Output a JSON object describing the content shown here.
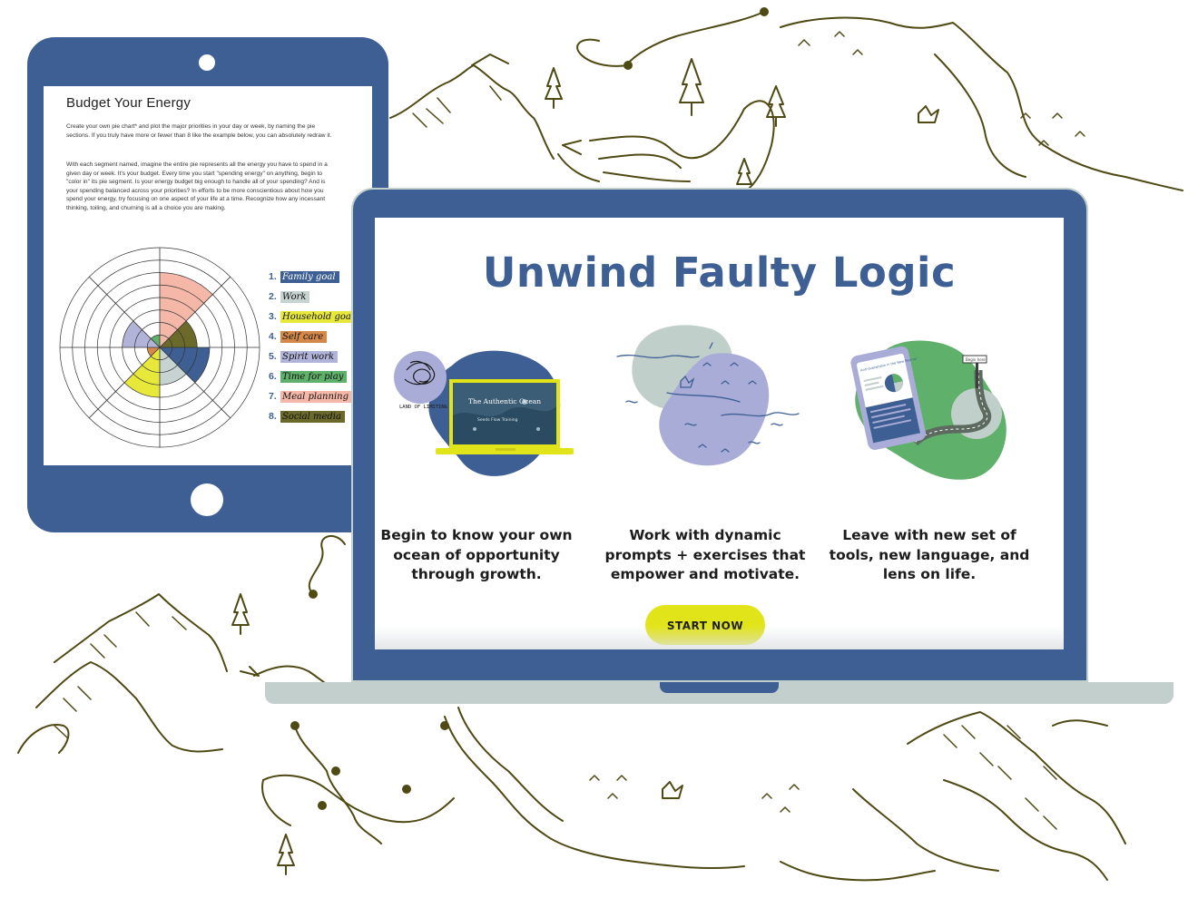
{
  "tablet": {
    "title": "Budget Your Energy",
    "paragraph_1": "Create your own pie chart* and plot the major priorities in your day or week, by naming the pie sections. If you truly have more or fewer than 8 like the example below, you can absolutely redraw it.",
    "paragraph_2": "With each segment named, imagine the entire pie represents all the energy you have to spend in a given day or week. It's your budget. Every time you start \"spending energy\" on anything, begin to \"color in\" its pie segment. Is your energy budget big enough to handle all of your spending? And is your spending balanced across your priorities? In efforts to be more conscientious about how you spend your energy, try focusing on one aspect of your life at a time. Recognize how any incessant thinking, toiling, and churning is all a choice you are making.",
    "legend": [
      {
        "number": "1.",
        "label": "Family goal",
        "color": "#3e5f93"
      },
      {
        "number": "2.",
        "label": "Work",
        "color": "#c7d3d1"
      },
      {
        "number": "3.",
        "label": "Household goal",
        "color": "#e8e83a"
      },
      {
        "number": "4.",
        "label": "Self care",
        "color": "#d4894a"
      },
      {
        "number": "5.",
        "label": "Spirit work",
        "color": "#b1b4d8"
      },
      {
        "number": "6.",
        "label": "Time for play",
        "color": "#5fb06a"
      },
      {
        "number": "7.",
        "label": "Meal planning",
        "color": "#f5b8a8"
      },
      {
        "number": "8.",
        "label": "Social media",
        "color": "#6b6a2a"
      }
    ]
  },
  "laptop": {
    "title": "Unwind Faulty Logic",
    "features": [
      {
        "text": "Begin to know your own ocean of opportunity through growth."
      },
      {
        "text": "Work with dynamic prompts + exercises that empower and motivate."
      },
      {
        "text": "Leave with new set of tools, new language, and lens on life."
      }
    ],
    "illustration_1": {
      "badge_text": "LAND OF LIMITING BELIEFS",
      "screen_title": "The Authentic Ocean",
      "screen_subtitle": "Seeds Flow Training"
    },
    "illustration_3": {
      "phone_title": "Anti-overwhelm in the New Normal",
      "sign_text": "Begin here"
    },
    "cta_label": "START NOW"
  },
  "colors": {
    "brand_blue": "#3e5f93",
    "accent_yellow": "#e2e41a",
    "line_art": "#4f4a14",
    "laptop_silver": "#c3cfcd",
    "blob_green": "#5fb06a",
    "blob_lavender": "#a8acd6",
    "blob_grey": "#c1cfcb"
  }
}
